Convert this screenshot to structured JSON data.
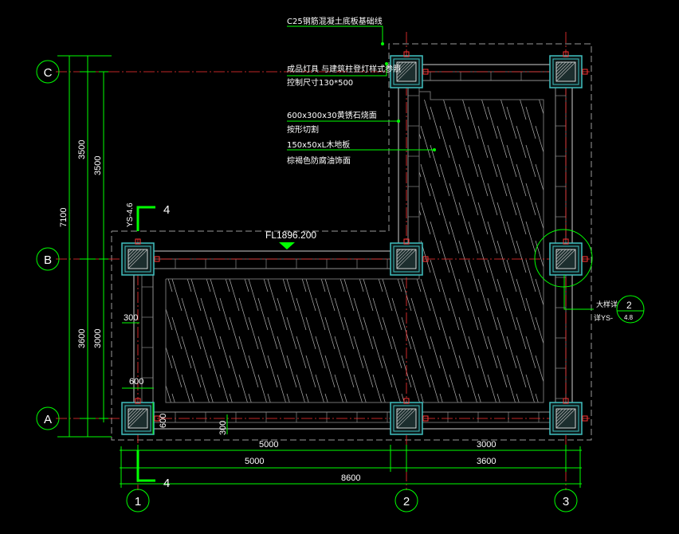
{
  "colors": {
    "background": "#000000",
    "dimension": "#00ff00",
    "axis": "#ff3333",
    "outline": "#ffffff",
    "paving": "#b0b0b0",
    "dashed": "#9a9a9a",
    "column": "#40c0c0",
    "label": "#ffffff"
  },
  "annotations": {
    "slab_note": "C25钢筋混凝土底板基础线",
    "lamp_note_line1": "成品灯具  与建筑柱登灯样式参照",
    "lamp_note_line2": "控制尺寸130*500",
    "stone_note_line1": "600x300x30黄锈石烧面",
    "stone_note_line2": "按形切割",
    "wood_note_line1": "150x50xL木地板",
    "wood_note_line2": "棕褐色防腐油饰面",
    "level_label": "FL1896.200",
    "section_top_number": "4",
    "section_top_ref": "YS-4.6",
    "section_bottom_number": "4",
    "detail_label_line1": "大样详",
    "detail_label_line2": "详YS-",
    "detail_bubble_number": "2",
    "detail_bubble_ref": "4.8"
  },
  "grid_axes": {
    "rows": [
      "C",
      "B",
      "A"
    ],
    "columns": [
      "1",
      "2",
      "3"
    ]
  },
  "dimensions": {
    "left_total": "7100",
    "left_upper": "3500",
    "left_upper_inner": "3500",
    "left_lower": "3600",
    "left_lower_inner": "3000",
    "offset_300_left": "300",
    "offset_600_left": "600",
    "offset_600_vertical": "600",
    "offset_300_vertical": "300",
    "inner_bottom_left": "5000",
    "inner_bottom_right": "3000",
    "bottom_left": "5000",
    "bottom_right": "3600",
    "bottom_total": "8600"
  }
}
